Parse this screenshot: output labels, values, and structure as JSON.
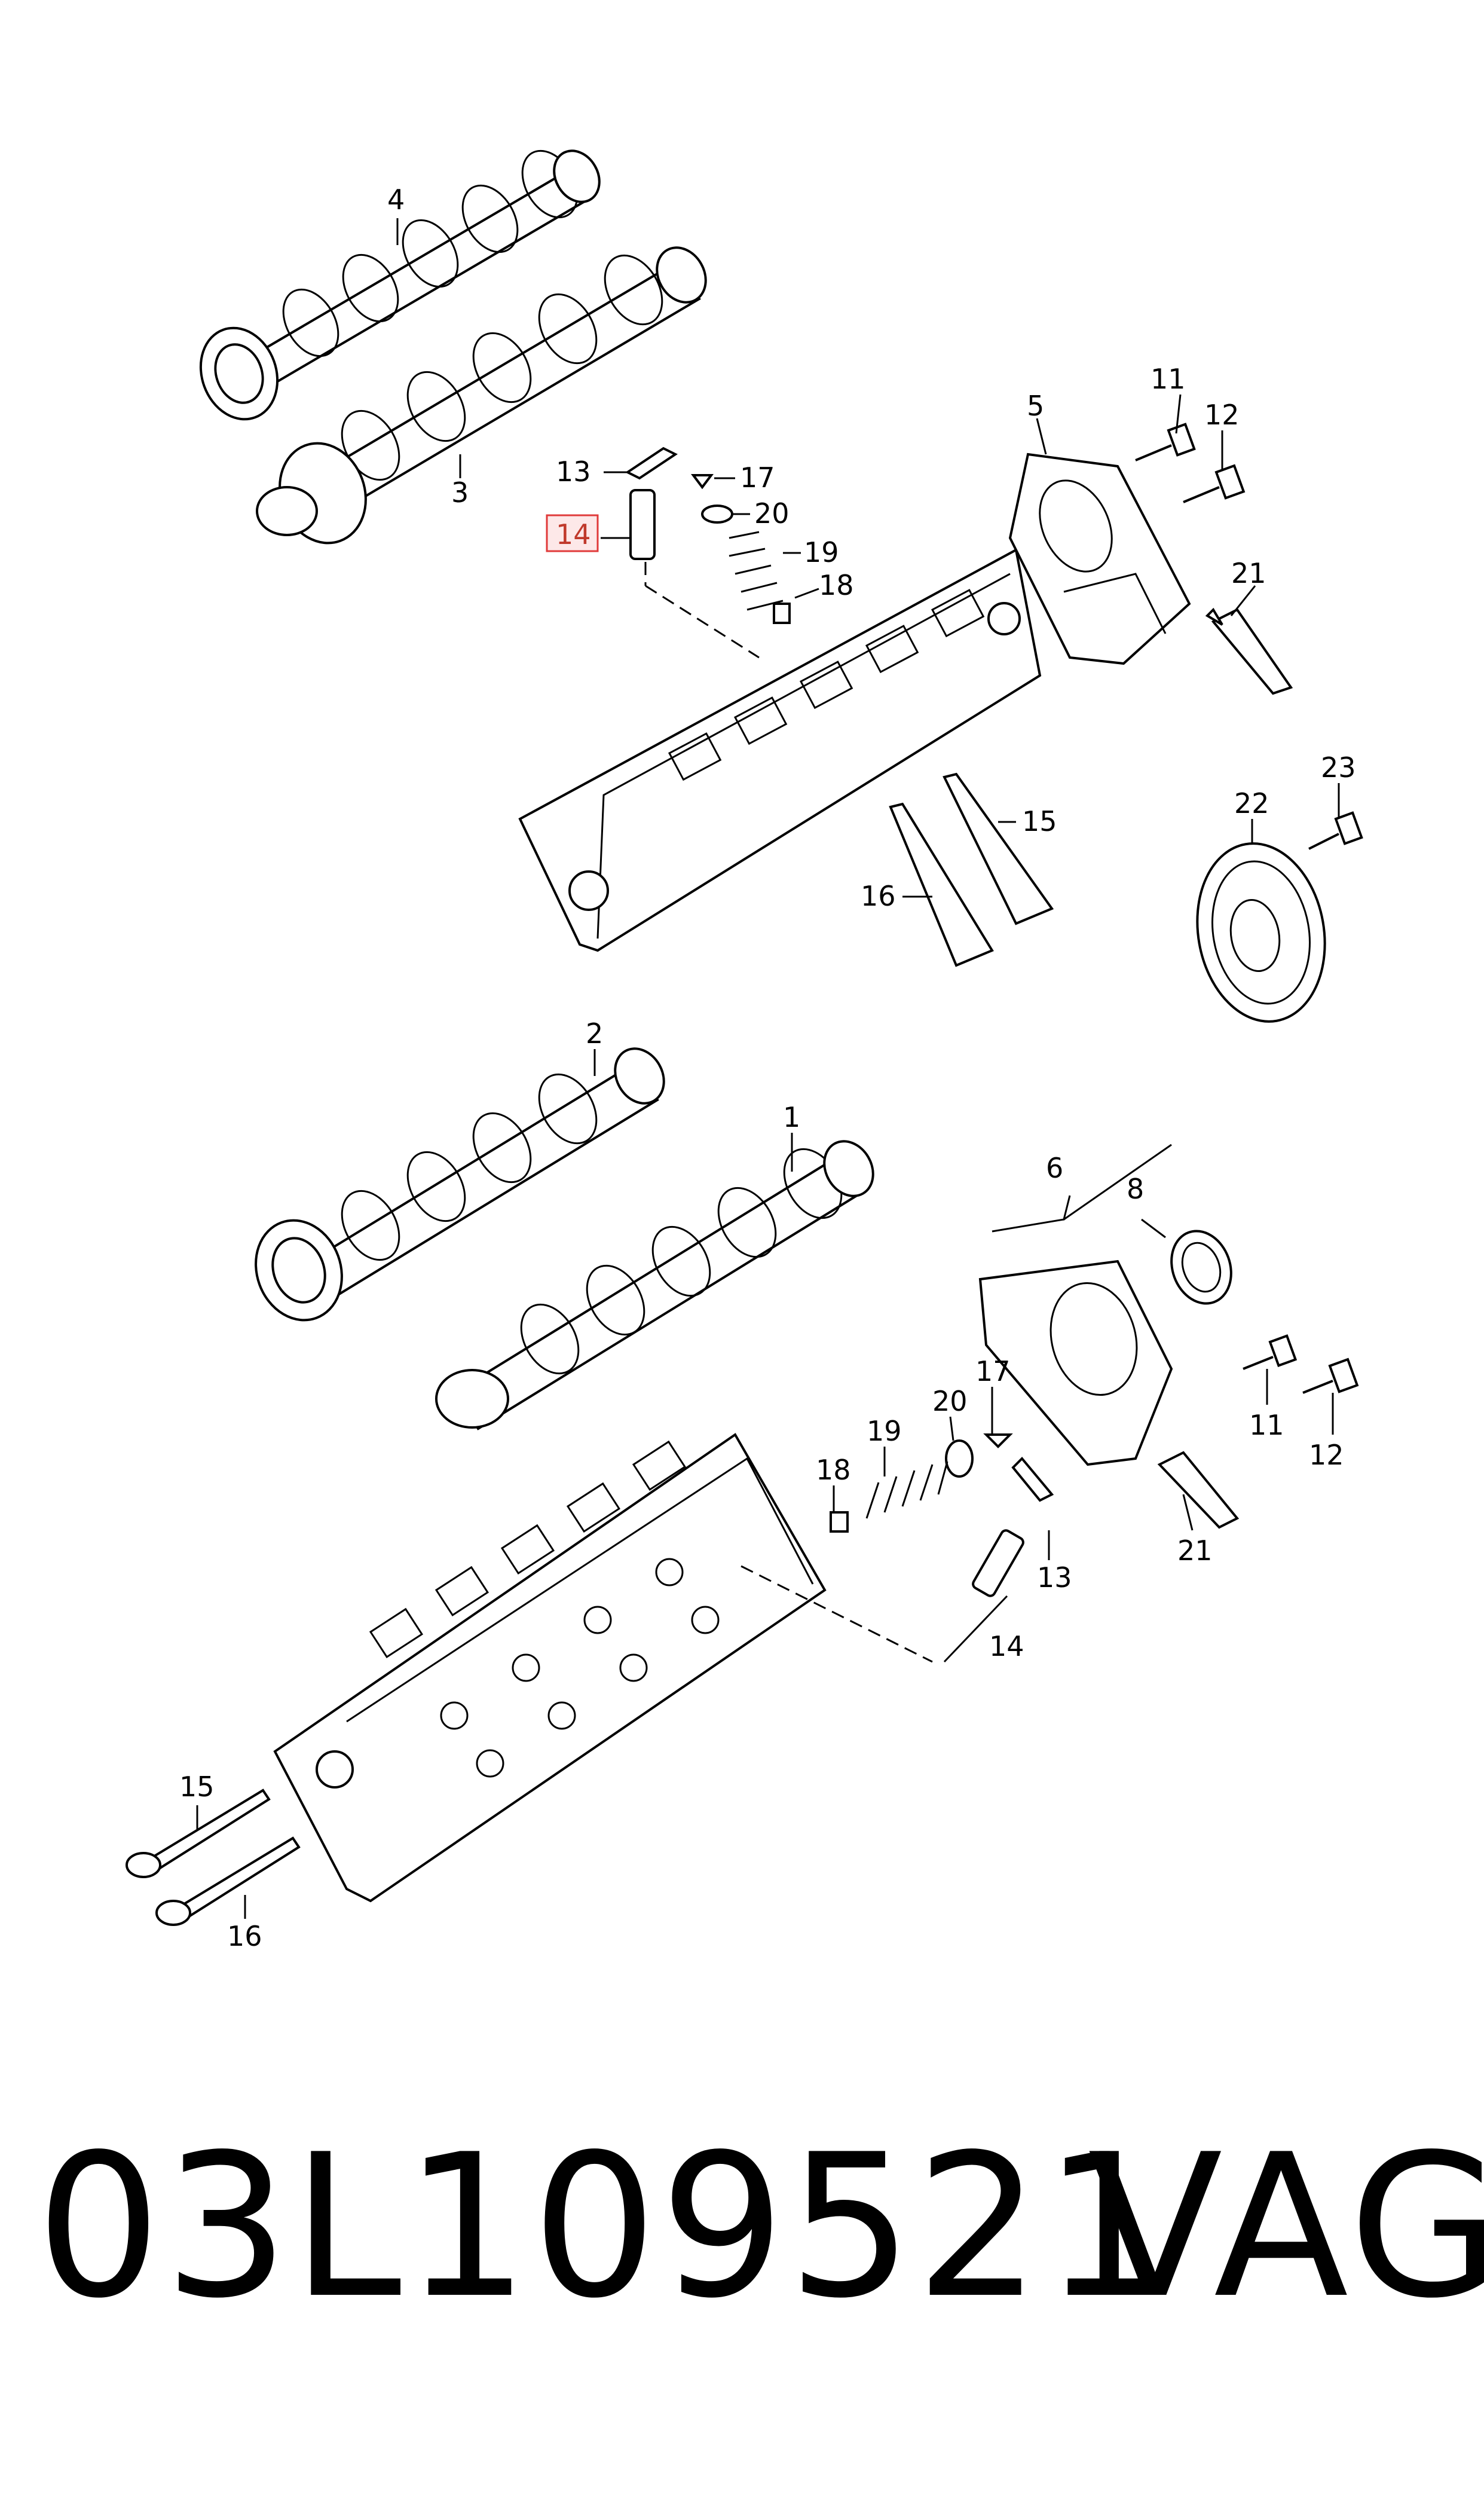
{
  "callouts": {
    "c1": "1",
    "c2": "2",
    "c3": "3",
    "c4": "4",
    "c5": "5",
    "c6": "6",
    "c8": "8",
    "c11a": "11",
    "c12a": "12",
    "c11b": "11",
    "c12b": "12",
    "c13a": "13",
    "c14a": "14",
    "c15a": "15",
    "c16a": "16",
    "c17a": "17",
    "c18a": "18",
    "c19a": "19",
    "c20a": "20",
    "c21a": "21",
    "c22": "22",
    "c23": "23",
    "c13b": "13",
    "c14b": "14",
    "c15b": "15",
    "c16b": "16",
    "c17b": "17",
    "c18b": "18",
    "c19b": "19",
    "c20b": "20",
    "c21b": "21"
  },
  "highlighted_callout": "14",
  "footer": {
    "part_number": "03L109521",
    "brand": "VAG"
  },
  "colors": {
    "highlight_border": "#e03a3a",
    "highlight_fill": "#fde8e8",
    "line": "#000000"
  }
}
